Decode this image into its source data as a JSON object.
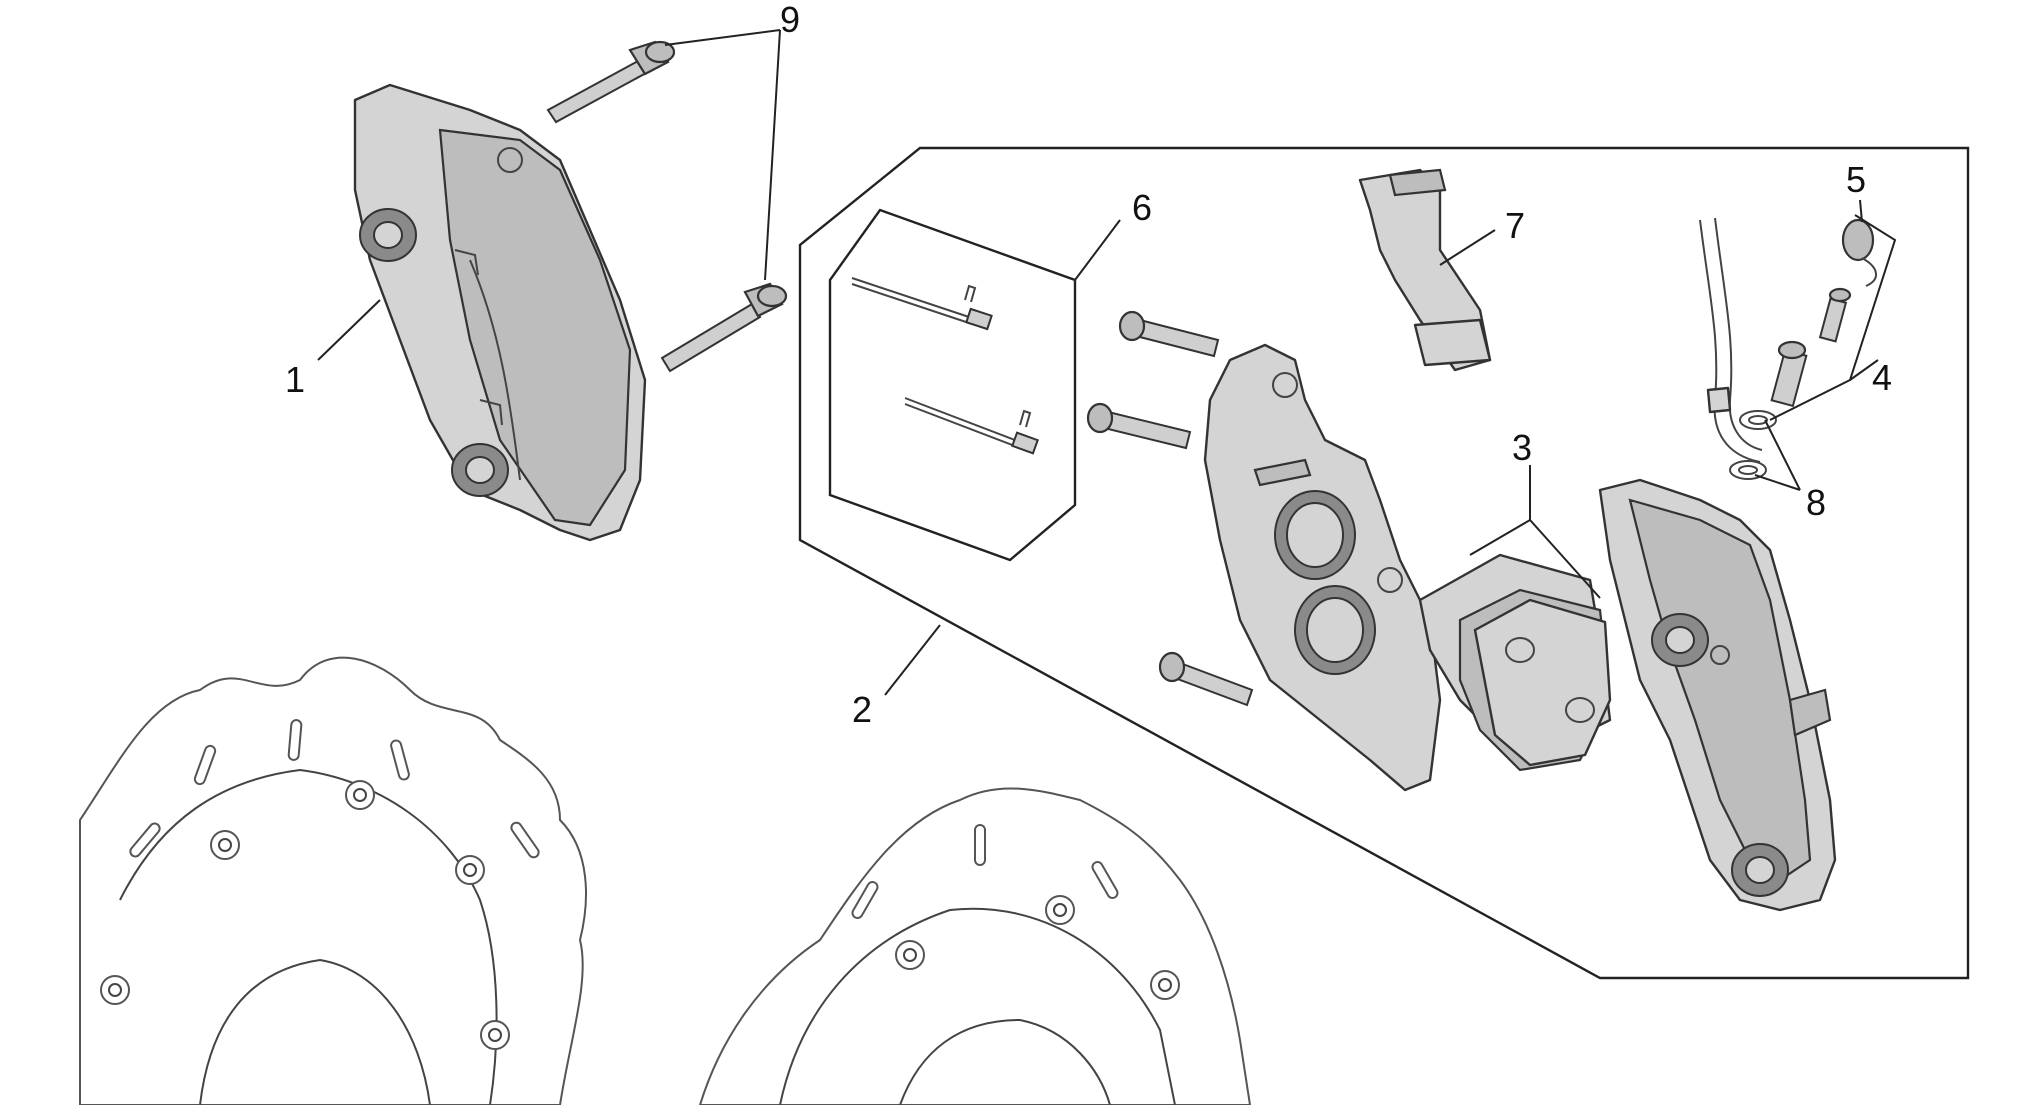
{
  "diagram": {
    "callouts": [
      {
        "id": "c1",
        "label": "1"
      },
      {
        "id": "c2",
        "label": "2"
      },
      {
        "id": "c3",
        "label": "3"
      },
      {
        "id": "c4",
        "label": "4"
      },
      {
        "id": "c5",
        "label": "5"
      },
      {
        "id": "c6",
        "label": "6"
      },
      {
        "id": "c7",
        "label": "7"
      },
      {
        "id": "c8",
        "label": "8"
      },
      {
        "id": "c9",
        "label": "9"
      }
    ],
    "colors": {
      "line": "#222222",
      "part_fill": "#d4d4d4",
      "background": "#ffffff"
    }
  }
}
